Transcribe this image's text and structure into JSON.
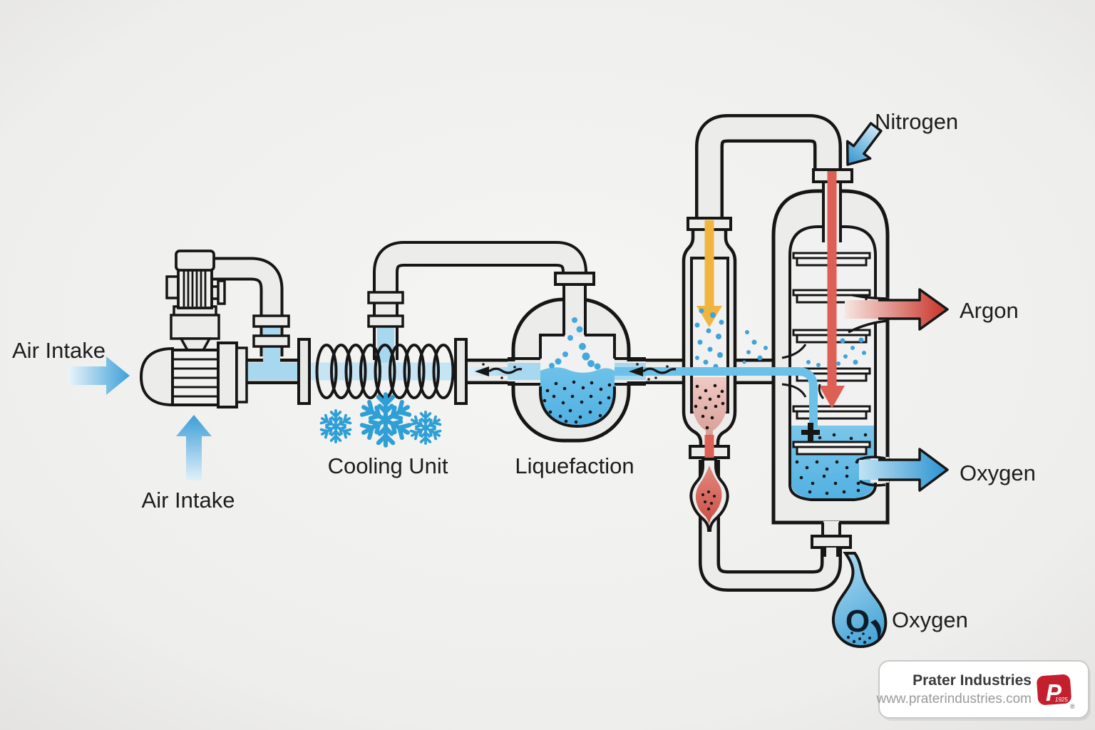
{
  "labels": {
    "air_intake_left": "Air Intake",
    "air_intake_bottom": "Air Intake",
    "cooling_unit": "Cooling Unit",
    "liquefaction": "Liquefaction",
    "nitrogen": "Nitrogen",
    "argon": "Argon",
    "oxygen_outlet": "Oxygen",
    "oxygen_drop": "Oxygen",
    "drop_symbol": "O"
  },
  "branding": {
    "company": "Prater Industries",
    "website": "www.praterindustries.com",
    "logo_monogram": "P",
    "logo_year": "1925",
    "registered": "®"
  },
  "colors": {
    "stream_blue": "#6cc1e8",
    "pipe_blue": "#a8d8ef",
    "stream_red": "#dc6055",
    "stream_yellow": "#f1b53d",
    "liquid_blue": "#57b7e6",
    "liquid_pink": "#e2aba5",
    "snowflake_blue": "#2f9fd6",
    "outline": "#161616",
    "logo_red": "#c41f2d"
  }
}
